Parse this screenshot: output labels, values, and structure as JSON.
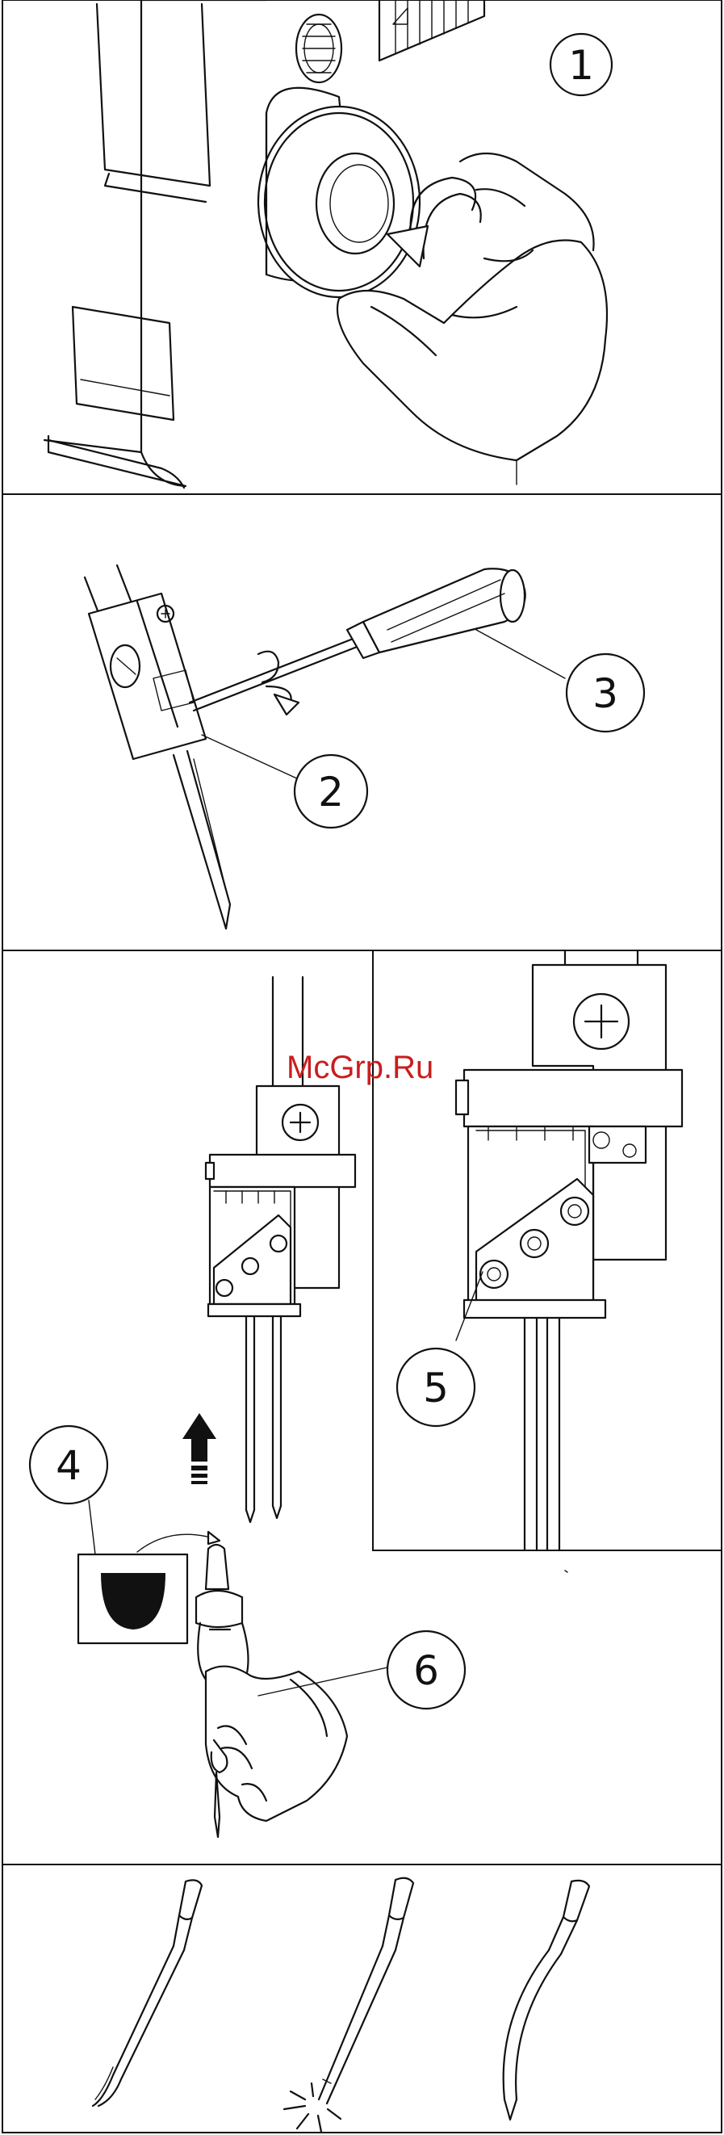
{
  "watermark": "McGrp.Ru",
  "callouts": {
    "c1": "1",
    "c2": "2",
    "c3": "3",
    "c4": "4",
    "c5": "5",
    "c6": "6"
  },
  "colors": {
    "line": "#111111",
    "background": "#ffffff",
    "watermark": "#c81e1e",
    "flat_side_fill": "#111111"
  },
  "icons": {
    "rotation_arrow": "curved-arrow-icon",
    "insert_arrow": "up-arrow-icon",
    "defect_mark": "burst-icon"
  }
}
